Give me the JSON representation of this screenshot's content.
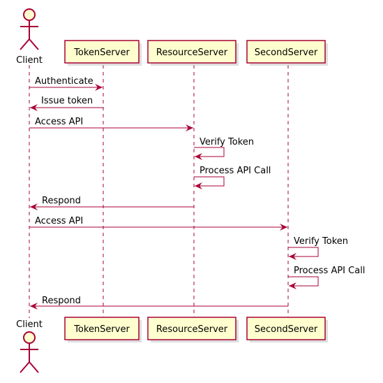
{
  "participants": {
    "client": "Client",
    "token_server": "TokenServer",
    "resource_server": "ResourceServer",
    "second_server": "SecondServer"
  },
  "messages": [
    "Authenticate",
    "Issue token",
    "Access API",
    "Verify Token",
    "Process API Call",
    "Respond",
    "Access API",
    "Verify Token",
    "Process API Call",
    "Respond"
  ],
  "colors": {
    "line": "#A80036",
    "box_fill": "#FEFECE"
  }
}
